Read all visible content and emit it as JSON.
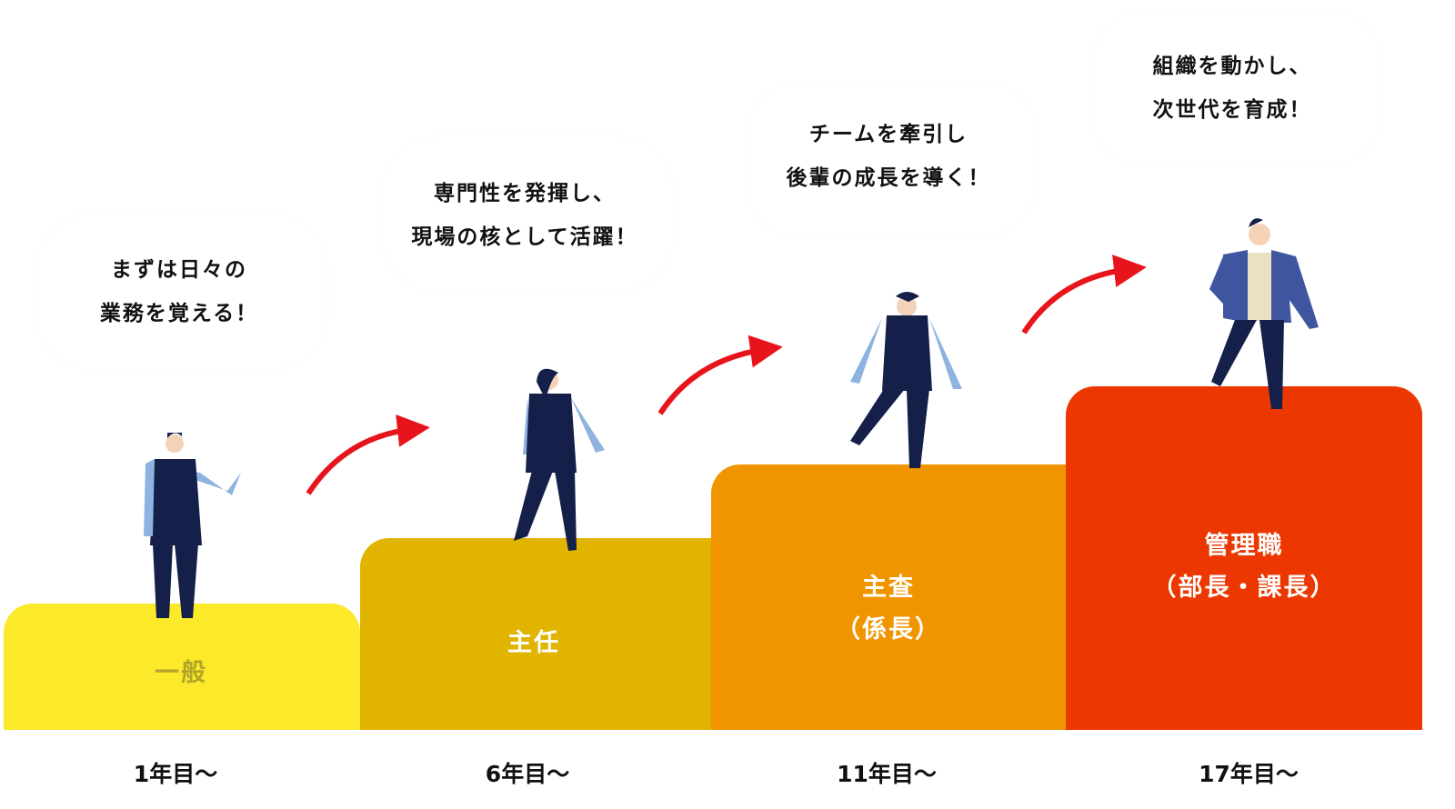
{
  "steps": [
    {
      "title": "一般",
      "subtitle": "",
      "year": "1年目～",
      "bubble": [
        "まずは日々の",
        "業務を覚える！"
      ],
      "color": "#fbe92a"
    },
    {
      "title": "主任",
      "subtitle": "",
      "year": "6年目～",
      "bubble": [
        "専門性を発揮し、",
        "現場の核として活躍！"
      ],
      "color": "#e0b400"
    },
    {
      "title": "主査",
      "subtitle": "（係長）",
      "year": "11年目～",
      "bubble": [
        "チームを牽引し",
        "後輩の成長を導く！"
      ],
      "color": "#f09500"
    },
    {
      "title": "管理職",
      "subtitle": "（部長・課長）",
      "year": "17年目～",
      "bubble": [
        "組織を動かし、",
        "次世代を育成！"
      ],
      "color": "#ec3800"
    }
  ],
  "colors": {
    "arrow": "#e8141c",
    "suit": "#14204a",
    "shirt": "#8fb3e0",
    "jacket": "#3f55a0"
  }
}
